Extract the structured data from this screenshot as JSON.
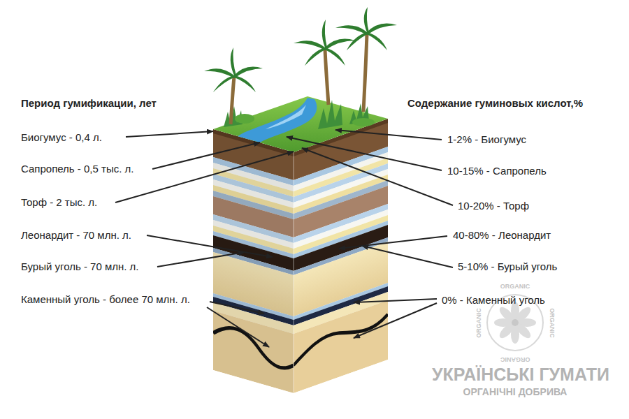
{
  "diagram": {
    "labels": [
      "Период гумификации, лет",
      "Биогумус - 0,4 л.",
      "Сапропель - 0,5 тыс. л.",
      "Торф - 2 тыс. л.",
      "Леонардит - 70 млн. л.",
      "Бурый уголь - 70 млн. л.",
      "Каменный уголь - более 70 млн. л.",
      "Содержание гуминовых кислот,%",
      "1-2% - Биогумус",
      "10-15% - Сапропель",
      "10-20% - Торф",
      "40-80% - Леонардит",
      "5-10% - Бурый уголь",
      "0% - Каменный уголь",
      "ORGANIC",
      "ORGANIC",
      "ORGANIC",
      "ORGANIC",
      "УКРАЇНСЬКІ ГУМАТИ",
      "ОРГАНІЧНІ ДОБРИВА"
    ]
  }
}
